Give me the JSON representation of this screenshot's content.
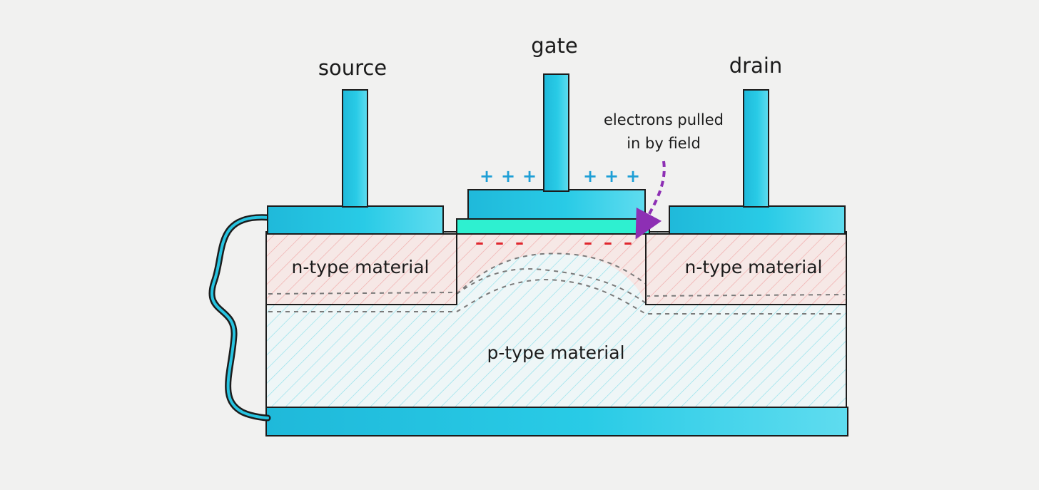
{
  "labels": {
    "source": "source",
    "gate": "gate",
    "drain": "drain",
    "annotation_line1": "electrons pulled",
    "annotation_line2": "in by field",
    "n_type_left": "n-type material",
    "n_type_right": "n-type material",
    "p_type": "p-type material"
  },
  "charges": {
    "gate_positive": [
      "+",
      "+",
      "+",
      "+",
      "+",
      "+"
    ],
    "channel_negative": [
      "–",
      "–",
      "–",
      "–",
      "–",
      "–"
    ]
  },
  "colors": {
    "metal": "#20c4e3",
    "metal_light": "#4fd8ee",
    "oxide": "#2ef0d0",
    "n_hatch": "#f0a9a9",
    "n_fill": "#f6e8e6",
    "p_hatch": "#8ee0ea",
    "p_fill": "#eef6f7",
    "arrow": "#8d2fb4",
    "plus": "#1e9fd6",
    "minus": "#e0262e",
    "outline": "#1c1c1c",
    "background": "#f1f1f0"
  }
}
